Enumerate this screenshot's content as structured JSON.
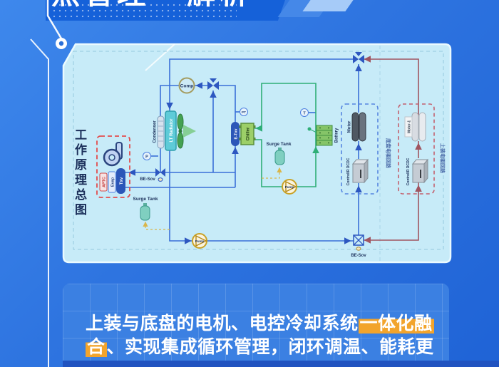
{
  "banner": {
    "title_part1": "热管理",
    "title_part2": "解析"
  },
  "panel_title": "工作原理总图",
  "diagram": {
    "labels": {
      "condenser": "Condenser",
      "radiator": "LT Radiator",
      "comp": "Comp",
      "be_sov": "BE-Sov",
      "txv": "Txv",
      "evap": "Evap",
      "aptc": "APTC",
      "etxv": "E-Txv",
      "chiller": "Chiller",
      "surge_tank": "Surge Tank",
      "pump": "Pump",
      "battery": "Battery",
      "motor": "Motor",
      "motor1": "Motor-1",
      "controller": "ControllR DCDC",
      "sensor_p": "P",
      "sensor_pt": "PT",
      "sensor_t": "T",
      "loop_chassis": "底盘电驱回路",
      "loop_top": "上装电驱回路"
    }
  },
  "caption": {
    "line1_pre": "上装与底盘的电机、电控冷却系统",
    "line1_hl": "一体化融",
    "line2_hl": "合",
    "line2_post": "、实现集成循环管理，闭环调温、能耗更"
  },
  "colors": {
    "accent_yellow": "#f2a42c",
    "pipe_blue": "#3a6fd8",
    "pipe_green": "#2fae77",
    "pipe_red": "#a05560",
    "panel_bg": "#c7ebf8",
    "banner_bg": "#1561d9",
    "dashed_red": "#e34c4c",
    "dashed_blue": "#5585e0"
  }
}
